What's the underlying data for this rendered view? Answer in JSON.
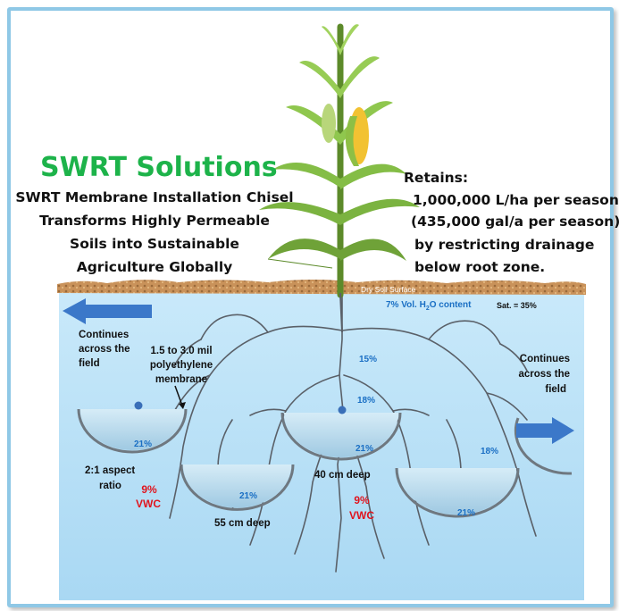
{
  "title": "SWRT Solutions",
  "left_text": [
    "SWRT Membrane Installation Chisel",
    "Transforms Highly Permeable",
    "Soils into Sustainable",
    "Agriculture Globally"
  ],
  "right_text": {
    "heading": "Retains:",
    "lines": [
      "1,000,000 L/ha per season",
      "(435,000 gal/a per season)",
      "by restricting drainage",
      "below root zone."
    ]
  },
  "soil": {
    "surface_label": "Dry Soil Surface",
    "vol_content_prefix": "7% Vol. H",
    "vol_content_sub": "2",
    "vol_content_suffix": "O content",
    "saturation": "Sat. = 35%"
  },
  "continues_left": [
    "Continues",
    "across the",
    "field"
  ],
  "continues_right": [
    "Continues",
    "across the",
    "field"
  ],
  "membrane_label": [
    "1.5 to 3.0 mil",
    "polyethylene",
    "membrane"
  ],
  "aspect_label": [
    "2:1 aspect",
    "ratio"
  ],
  "depth_labels": {
    "mid": "40 cm deep",
    "low": "55 cm deep"
  },
  "vwc_labels": {
    "left": [
      "9%",
      "VWC"
    ],
    "center": [
      "9%",
      "VWC"
    ]
  },
  "percent_labels": {
    "upper": "15%",
    "mid_left": "18%",
    "mid_right": "18%",
    "cup_left": "21%",
    "cup_center": "21%",
    "cup_low": "21%",
    "cup_right": "21%"
  },
  "colors": {
    "title_green": "#1db34a",
    "label_blue": "#1a6fc4",
    "vwc_red": "#e0141e",
    "water": "#bfe3f7",
    "frame": "#8fc8e6",
    "arrow": "#3b78c9"
  },
  "icons": {
    "left_arrow": "arrow-left-icon",
    "right_arrow": "arrow-right-icon",
    "plant": "corn-plant-icon"
  }
}
